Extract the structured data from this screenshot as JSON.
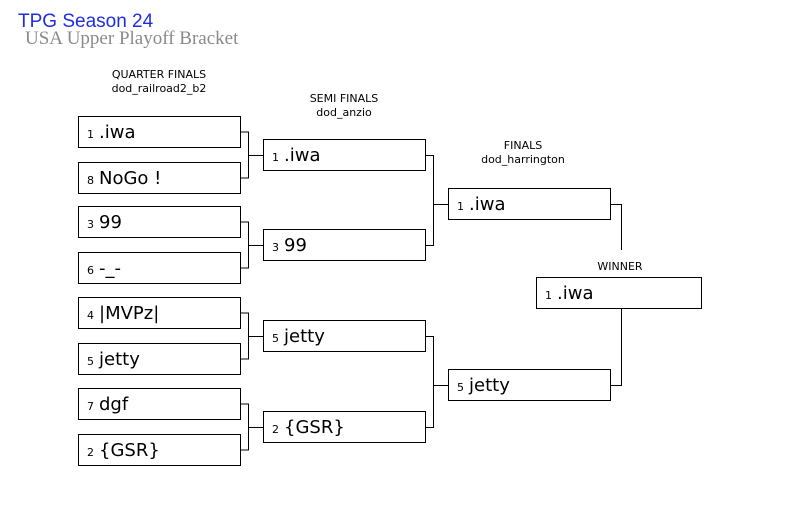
{
  "header": {
    "title": "TPG Season 24",
    "subtitle": "USA Upper Playoff Bracket"
  },
  "rounds": {
    "quarter": {
      "label": "QUARTER FINALS",
      "map": "dod_railroad2_b2"
    },
    "semi": {
      "label": "SEMI FINALS",
      "map": "dod_anzio"
    },
    "final": {
      "label": "FINALS",
      "map": "dod_harrington"
    },
    "winner": {
      "label": "WINNER"
    }
  },
  "quarter_finals": [
    {
      "seed": "1",
      "team": ".iwa"
    },
    {
      "seed": "8",
      "team": "NoGo !"
    },
    {
      "seed": "3",
      "team": "99"
    },
    {
      "seed": "6",
      "team": "-_-"
    },
    {
      "seed": "4",
      "team": "|MVPz|"
    },
    {
      "seed": "5",
      "team": "jetty"
    },
    {
      "seed": "7",
      "team": "dgf"
    },
    {
      "seed": "2",
      "team": "{GSR}"
    }
  ],
  "semi_finals": [
    {
      "seed": "1",
      "team": ".iwa"
    },
    {
      "seed": "3",
      "team": "99"
    },
    {
      "seed": "5",
      "team": "jetty"
    },
    {
      "seed": "2",
      "team": "{GSR}"
    }
  ],
  "finals": [
    {
      "seed": "1",
      "team": ".iwa"
    },
    {
      "seed": "5",
      "team": "jetty"
    }
  ],
  "winner": {
    "seed": "1",
    "team": ".iwa"
  }
}
